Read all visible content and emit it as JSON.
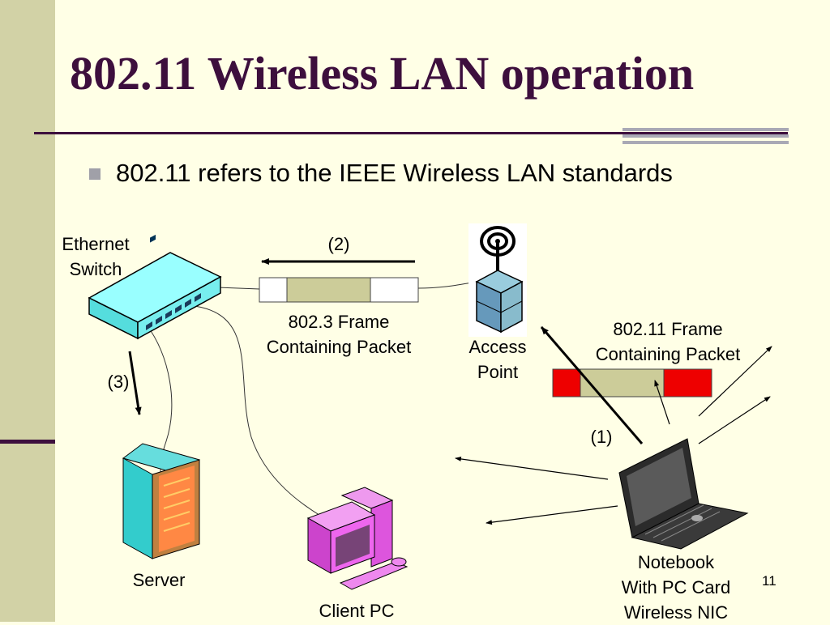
{
  "slide": {
    "title": "802.11 Wireless LAN operation",
    "bullet": "802.11 refers to the IEEE Wireless LAN standards",
    "page_number": "11"
  },
  "diagram": {
    "switch_label_1": "Ethernet",
    "switch_label_2": "Switch",
    "step2": "(2)",
    "eth_frame_label_1": "802.3 Frame",
    "eth_frame_label_2": "Containing Packet",
    "ap_label_1": "Access",
    "ap_label_2": "Point",
    "wifi_frame_label_1": "802.11 Frame",
    "wifi_frame_label_2": "Containing Packet",
    "step3": "(3)",
    "step1": "(1)",
    "server_label": "Server",
    "client_label": "Client PC",
    "notebook_label_1": "Notebook",
    "notebook_label_2": "With PC Card",
    "notebook_label_3": "Wireless NIC"
  },
  "colors": {
    "title": "#3D0F3D",
    "sidebar": "#D2D2A6",
    "frame_payload": "#CCCC99",
    "wifi_header": "#EE0000",
    "switch": "#99FFFF",
    "pc": "#EE66EE",
    "server": "#33CCCC"
  }
}
